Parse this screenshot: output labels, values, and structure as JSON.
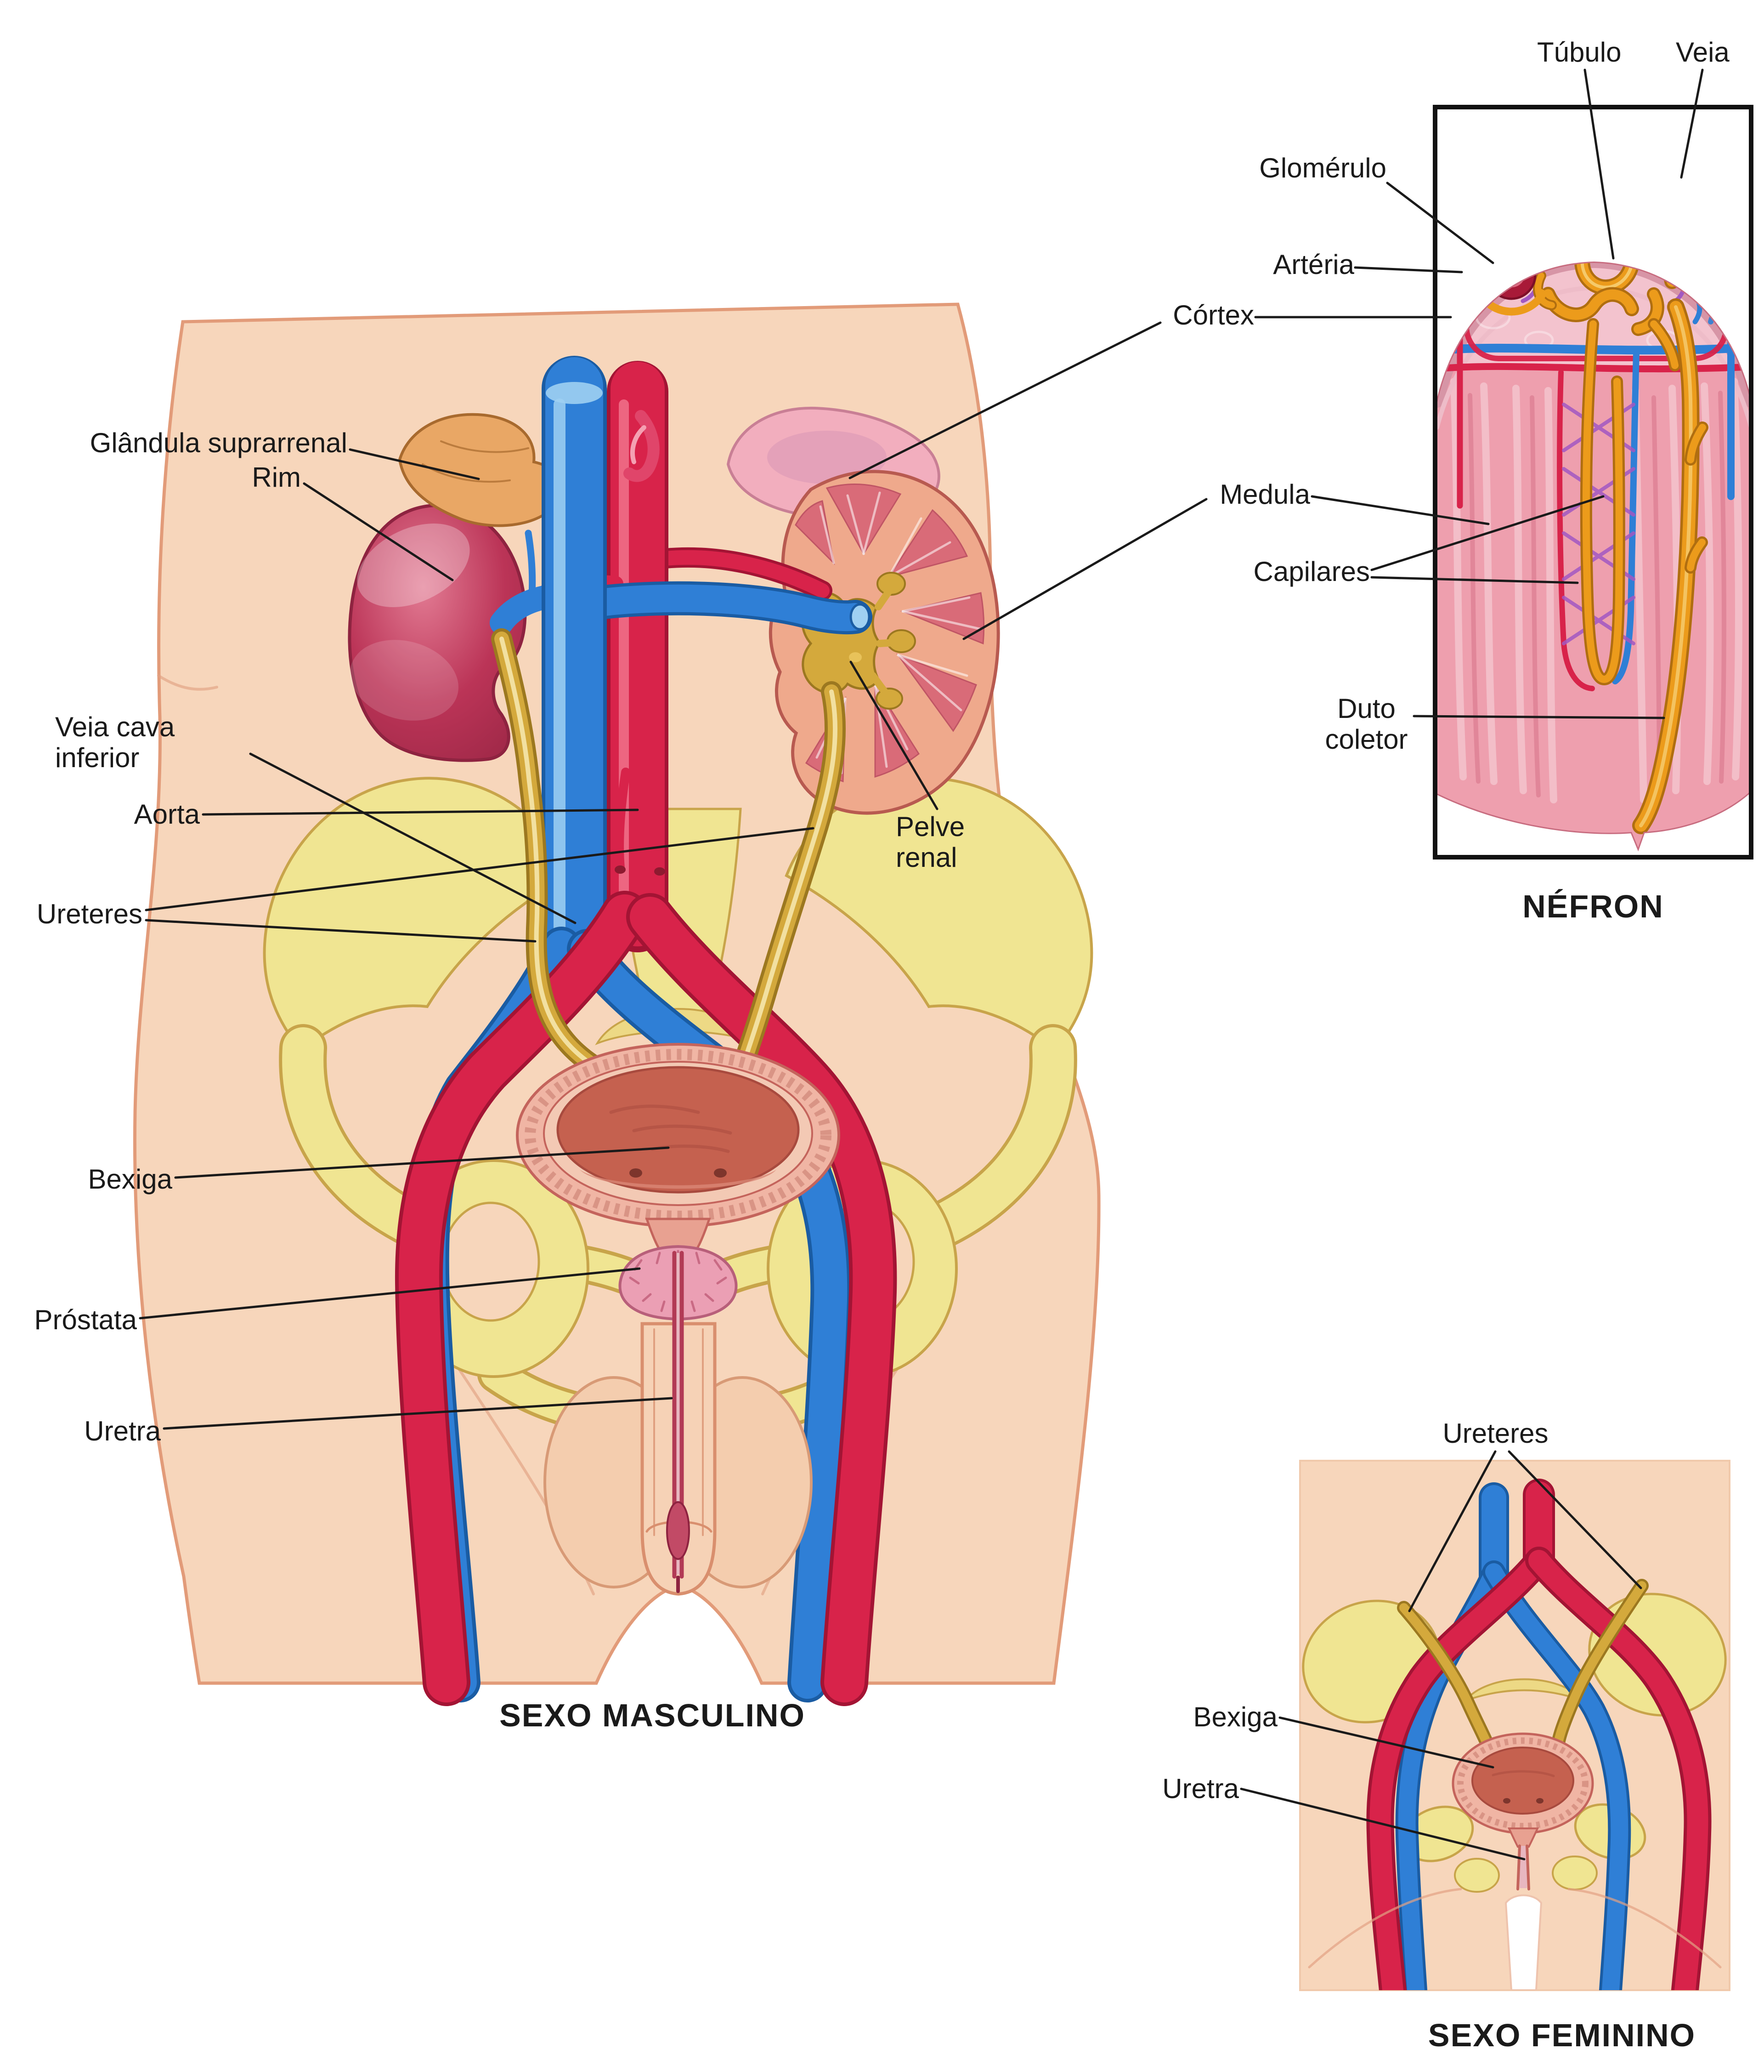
{
  "male": {
    "title": "SEXO MASCULINO",
    "labels": {
      "glandula_suprarrenal": "Glândula suprarrenal",
      "rim": "Rim",
      "veia_cava_inferior": "Veia cava inferior",
      "aorta": "Aorta",
      "ureteres": "Ureteres",
      "bexiga": "Bexiga",
      "prostata": "Próstata",
      "uretra": "Uretra",
      "pelve_renal": "Pelve renal"
    }
  },
  "nefron": {
    "title": "NÉFRON",
    "labels": {
      "tubulo": "Túbulo",
      "veia": "Veia",
      "glomerulo": "Glomérulo",
      "arteria": "Artéria",
      "cortex": "Córtex",
      "medula": "Medula",
      "capilares": "Capilares",
      "duto_coletor": "Duto coletor"
    }
  },
  "female": {
    "title": "SEXO FEMININO",
    "labels": {
      "ureteres": "Ureteres",
      "bexiga": "Bexiga",
      "uretra": "Uretra"
    }
  },
  "colors": {
    "background": "#ffffff",
    "skin": "#f7d6bb",
    "bone_yellow": "#f0e592",
    "artery_red": "#d8234a",
    "vein_blue": "#2f7fd6",
    "ureter_gold": "#d4a93c",
    "kidney_crimson": "#bb3457",
    "adrenal_tan": "#e9a765",
    "nephron_pink": "#f0a9ba",
    "tubule_orange": "#ec9b1b",
    "capillary_violet": "#a258c2",
    "label_ink": "#1a1a1a"
  }
}
